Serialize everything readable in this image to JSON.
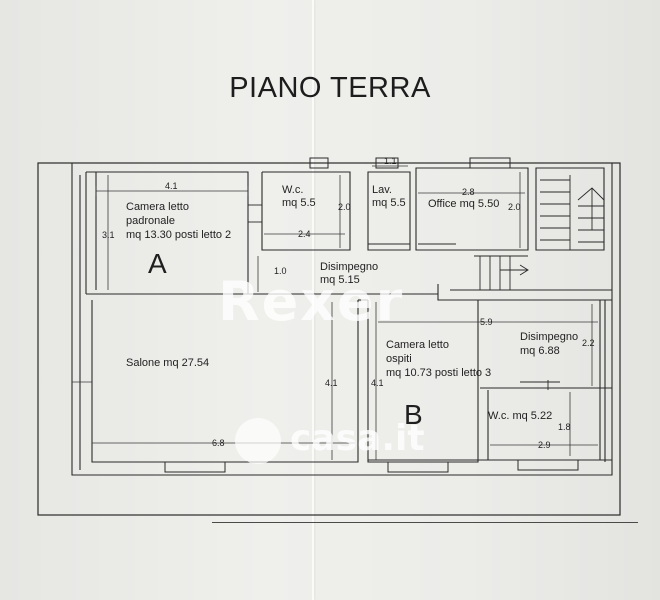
{
  "title": "PIANO TERRA",
  "rooms": [
    {
      "id": "camera-padronale",
      "lines": [
        "Camera letto",
        "padronale",
        "mq 13.30 posti letto 2"
      ]
    },
    {
      "id": "wc-a",
      "lines": [
        "W.c.",
        "mq 5.5"
      ]
    },
    {
      "id": "lav",
      "lines": [
        "Lav.",
        "mq 5.5"
      ]
    },
    {
      "id": "office",
      "lines": [
        "Office mq 5.50"
      ]
    },
    {
      "id": "disimpegno-a",
      "lines": [
        "Disimpegno",
        "mq 5.15"
      ]
    },
    {
      "id": "salone",
      "lines": [
        "Salone  mq 27.54"
      ]
    },
    {
      "id": "camera-ospiti",
      "lines": [
        "Camera letto",
        "ospiti",
        "mq 10.73 posti letto 3"
      ]
    },
    {
      "id": "disimpegno-b",
      "lines": [
        "Disimpegno",
        "mq 6.88"
      ]
    },
    {
      "id": "wc-b",
      "lines": [
        "W.c.  mq 5.22"
      ]
    }
  ],
  "dimensions": [
    "4.1",
    "3.1",
    "2.0",
    "2.4",
    "1.1",
    "2.8",
    "2.0",
    "1.0",
    "5.9",
    "2.2",
    "4.1",
    "4.1",
    "6.8",
    "1.8",
    "2.9"
  ],
  "zones": [
    "A",
    "B"
  ],
  "watermarks": [
    "Rexer",
    "casa.it"
  ]
}
